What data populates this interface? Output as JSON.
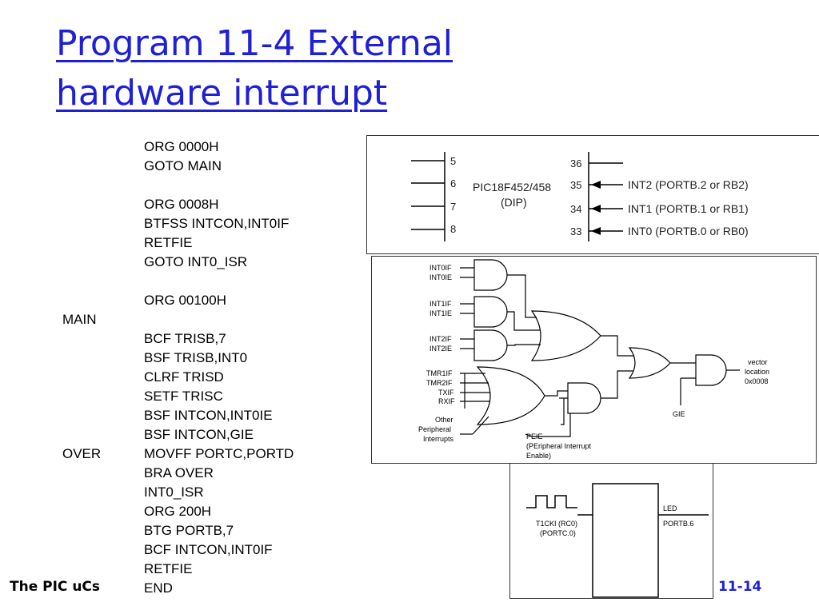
{
  "slide": {
    "title_line1": "Program 11-4 External",
    "title_line2": "hardware interrupt",
    "footer_left": "The PIC uCs",
    "footer_right": "11-14"
  },
  "code": {
    "lines": [
      {
        "label": "",
        "instr": "ORG 0000H"
      },
      {
        "label": "",
        "instr": "GOTO MAIN"
      },
      {
        "label": "",
        "instr": ""
      },
      {
        "label": "",
        "instr": "ORG 0008H"
      },
      {
        "label": "",
        "instr": "BTFSS INTCON,INT0IF"
      },
      {
        "label": "",
        "instr": "RETFIE"
      },
      {
        "label": "",
        "instr": "GOTO INT0_ISR"
      },
      {
        "label": "",
        "instr": ""
      },
      {
        "label": "",
        "instr": "ORG 00100H"
      },
      {
        "label": "MAIN",
        "instr": ""
      },
      {
        "label": "",
        "instr": "BCF TRISB,7"
      },
      {
        "label": "",
        "instr": "BSF TRISB,INT0"
      },
      {
        "label": "",
        "instr": "CLRF TRISD"
      },
      {
        "label": "",
        "instr": "SETF TRISC"
      },
      {
        "label": "",
        "instr": "BSF INTCON,INT0IE"
      },
      {
        "label": "",
        "instr": "BSF INTCON,GIE"
      },
      {
        "label": "OVER",
        "instr": "MOVFF PORTC,PORTD"
      },
      {
        "label": "",
        "instr": "BRA OVER"
      },
      {
        "label": "",
        "instr": "INT0_ISR"
      },
      {
        "label": "",
        "instr": "ORG 200H"
      },
      {
        "label": "",
        "instr": "BTG PORTB,7"
      },
      {
        "label": "",
        "instr": "BCF INTCON,INT0IF"
      },
      {
        "label": "",
        "instr": "RETFIE"
      },
      {
        "label": "",
        "instr": "END"
      }
    ]
  },
  "pin_diagram": {
    "chip": "PIC18F452/458",
    "package": "(DIP)",
    "left_pins": [
      "5",
      "6",
      "7",
      "8"
    ],
    "right_pins": [
      "36",
      "35",
      "34",
      "33"
    ],
    "int2": "INT2 (PORTB.2 or RB2)",
    "int1": "INT1 (PORTB.1 or RB1)",
    "int0": "INT0 (PORTB.0 or RB0)"
  },
  "logic_diagram": {
    "int0if": "INT0IF",
    "int0ie": "INT0IE",
    "int1if": "INT1IF",
    "int1ie": "INT1IE",
    "int2if": "INT2IF",
    "int2ie": "INT2IE",
    "tmr1if": "TMR1IF",
    "tmr2if": "TMR2IF",
    "txif": "TXIF",
    "rxif": "RXIF",
    "other1": "Other",
    "other2": "Peripheral",
    "other3": "Interrupts",
    "gie": "GIE",
    "peie1": "PEIE",
    "peie2": "(PEripheral Interrupt",
    "peie3": "Enable)",
    "vector1": "vector",
    "vector2": "location",
    "vector3": "0x0008"
  },
  "led_diagram": {
    "input1": "T1CKI (RC0)",
    "input2": "(PORTC.0)",
    "led": "LED",
    "output": "PORTB.6"
  }
}
